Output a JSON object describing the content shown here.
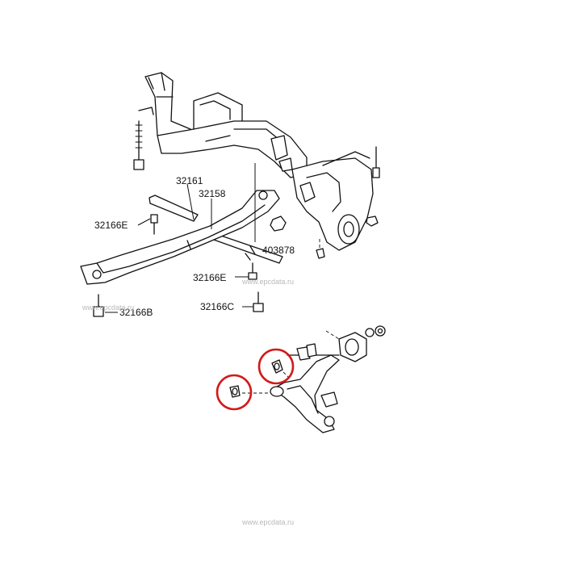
{
  "diagram": {
    "part_labels": {
      "p32161": "32161",
      "p32158": "32158",
      "p32166E_left": "32166E",
      "p32166E_center": "32166E",
      "p32166C": "32166C",
      "p32166B": "32166B",
      "p403878": "403878"
    },
    "watermarks": {
      "wm_center": "www.epcdata.ru",
      "wm_left": "www.epcdata.ru",
      "wm_bottom": "www.epcdata.ru"
    },
    "highlight_color": "#d11a1a",
    "line_color": "#111111"
  }
}
